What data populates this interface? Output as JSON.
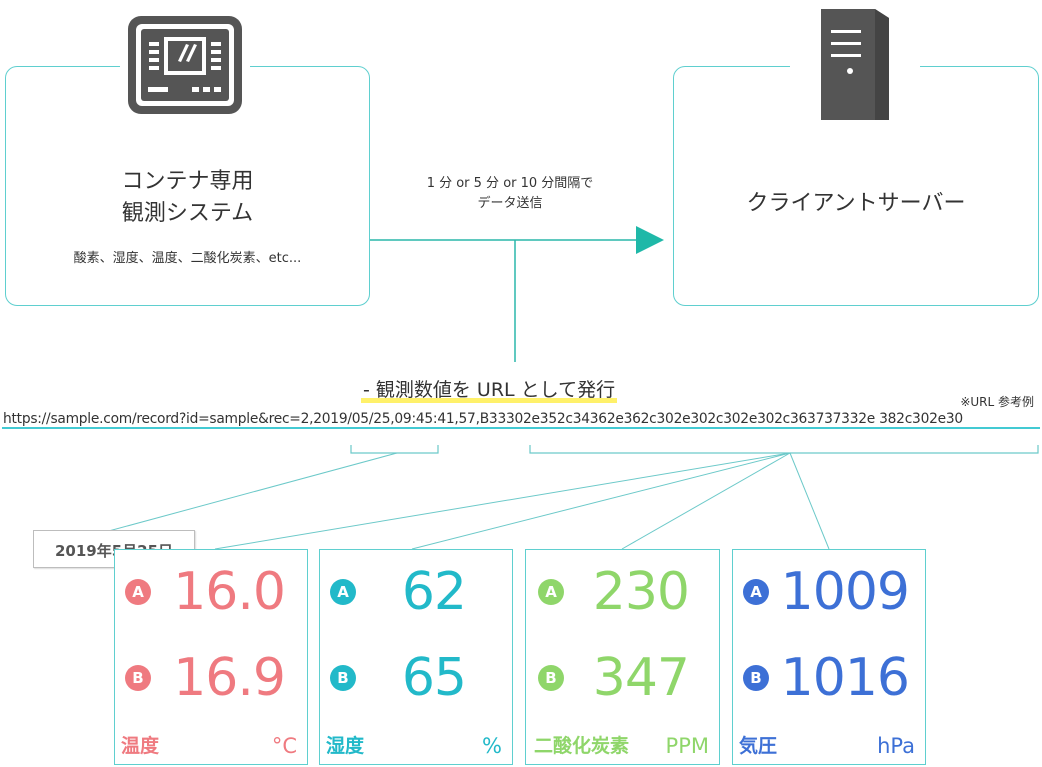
{
  "colors": {
    "teal": "#5fcfcf",
    "arrow": "#1fb8a8",
    "temp": "#ef7a80",
    "humidity": "#22b9c9",
    "co2": "#8fd66a",
    "pressure": "#3d70d6",
    "icon": "#555555",
    "highlight": "#fff16a"
  },
  "left_box": {
    "icon": "control-panel-icon",
    "title_line1": "コンテナ専用",
    "title_line2": "観測システム",
    "items": "酸素、湿度、温度、二酸化炭素、etc..."
  },
  "right_box": {
    "icon": "server-icon",
    "title": "クライアントサーバー"
  },
  "transfer": {
    "line1": "1 分 or 5 分 or 10 分間隔で",
    "line2": "データ送信"
  },
  "url_section": {
    "heading": "- 観測数値を URL として発行",
    "note": "※URL 参考例",
    "url": "https://sample.com/record?id=sample&rec=2,2019/05/25,09:45:41,57,B33302e352c34362e362c302e302c302e302c363737332e 382c302e30"
  },
  "date_label": "2019年5月25日",
  "cards": [
    {
      "badge_a": "A",
      "badge_b": "B",
      "value_a": "16.0",
      "value_b": "16.9",
      "label": "温度",
      "unit": "°C"
    },
    {
      "badge_a": "A",
      "badge_b": "B",
      "value_a": "62",
      "value_b": "65",
      "label": "湿度",
      "unit": "%"
    },
    {
      "badge_a": "A",
      "badge_b": "B",
      "value_a": "230",
      "value_b": "347",
      "label": "二酸化炭素",
      "unit": "PPM"
    },
    {
      "badge_a": "A",
      "badge_b": "B",
      "value_a": "1009",
      "value_b": "1016",
      "label": "気圧",
      "unit": "hPa"
    }
  ]
}
